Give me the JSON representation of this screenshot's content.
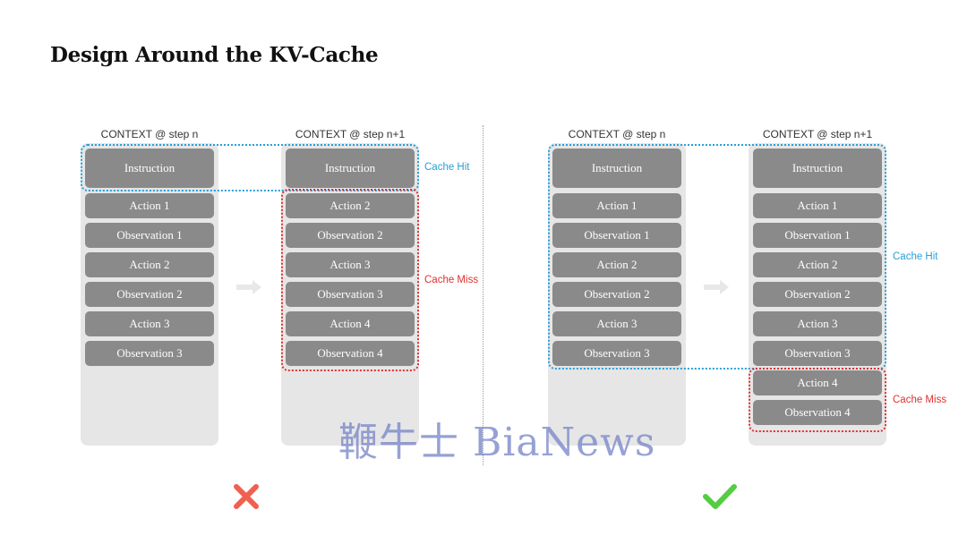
{
  "slide": {
    "title": "Design Around the KV-Cache",
    "watermark": "鞭牛士 BiaNews"
  },
  "left_panel": {
    "verdict_icon": "cross-icon",
    "verdict_color": "#f06050",
    "col_n": {
      "label": "CONTEXT @ step n",
      "blocks": [
        "Instruction",
        "Action 1",
        "Observation 1",
        "Action 2",
        "Observation 2",
        "Action 3",
        "Observation 3"
      ]
    },
    "col_n1": {
      "label": "CONTEXT @ step n+1",
      "blocks": [
        "Instruction",
        "Action 2",
        "Observation 2",
        "Action 3",
        "Observation 3",
        "Action 4",
        "Observation 4"
      ]
    },
    "cache_hit_label": "Cache Hit",
    "cache_miss_label": "Cache Miss"
  },
  "right_panel": {
    "verdict_icon": "check-icon",
    "verdict_color": "#55cc44",
    "col_n": {
      "label": "CONTEXT @ step n",
      "blocks": [
        "Instruction",
        "Action 1",
        "Observation 1",
        "Action 2",
        "Observation 2",
        "Action 3",
        "Observation 3"
      ]
    },
    "col_n1": {
      "label": "CONTEXT @ step n+1",
      "blocks": [
        "Instruction",
        "Action 1",
        "Observation 1",
        "Action 2",
        "Observation 2",
        "Action 3",
        "Observation 3",
        "Action 4",
        "Observation 4"
      ]
    },
    "cache_hit_label": "Cache Hit",
    "cache_miss_label": "Cache Miss"
  },
  "colors": {
    "cache_hit": "#2a9fd8",
    "cache_miss": "#e03030",
    "block": "#8a8a8a",
    "column_bg": "#e6e6e6"
  }
}
